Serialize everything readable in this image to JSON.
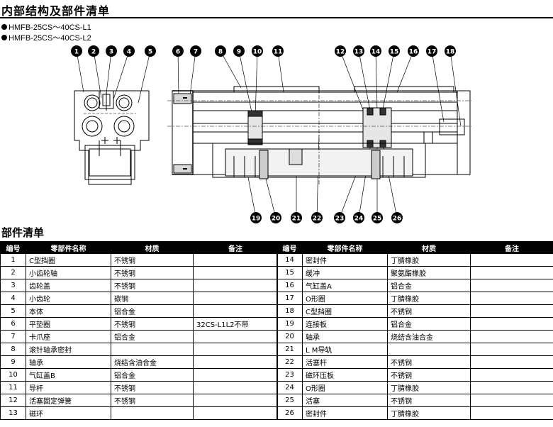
{
  "title": "内部结构及部件清单",
  "models": [
    "HMFB-25CS～40CS-L1",
    "HMFB-25CS～40CS-L2"
  ],
  "callouts_top": [
    "1",
    "2",
    "3",
    "4",
    "5",
    "6",
    "7",
    "8",
    "9",
    "10",
    "11",
    "12",
    "13",
    "14",
    "15",
    "16",
    "17",
    "18"
  ],
  "callouts_bottom": [
    "19",
    "20",
    "21",
    "22",
    "23",
    "24",
    "25",
    "26"
  ],
  "parts_title": "部件清单",
  "headers": {
    "no": "编号",
    "name": "零部件名称",
    "material": "材质",
    "note": "备注"
  },
  "parts_left": [
    {
      "no": "1",
      "name": "C型挡圈",
      "material": "不锈钢",
      "note": ""
    },
    {
      "no": "2",
      "name": "小齿轮轴",
      "material": "不锈钢",
      "note": ""
    },
    {
      "no": "3",
      "name": "齿轮盖",
      "material": "不锈钢",
      "note": ""
    },
    {
      "no": "4",
      "name": "小齿轮",
      "material": "碳钢",
      "note": ""
    },
    {
      "no": "5",
      "name": "本体",
      "material": "铝合金",
      "note": ""
    },
    {
      "no": "6",
      "name": "平垫圈",
      "material": "不锈钢",
      "note": "32CS-L1L2不带"
    },
    {
      "no": "7",
      "name": "卡爪座",
      "material": "铝合金",
      "note": ""
    },
    {
      "no": "8",
      "name": "滚针轴承密封",
      "material": "",
      "note": ""
    },
    {
      "no": "9",
      "name": "轴承",
      "material": "烧结含油合金",
      "note": ""
    },
    {
      "no": "10",
      "name": "气缸盖B",
      "material": "铝合金",
      "note": ""
    },
    {
      "no": "11",
      "name": "导杆",
      "material": "不锈钢",
      "note": ""
    },
    {
      "no": "12",
      "name": "活塞固定弹簧",
      "material": "不锈钢",
      "note": ""
    },
    {
      "no": "13",
      "name": "磁环",
      "material": "",
      "note": ""
    }
  ],
  "parts_right": [
    {
      "no": "14",
      "name": "密封件",
      "material": "丁腈橡胶",
      "note": ""
    },
    {
      "no": "15",
      "name": "缓冲",
      "material": "聚氨酯橡胶",
      "note": ""
    },
    {
      "no": "16",
      "name": "气缸盖A",
      "material": "铝合金",
      "note": ""
    },
    {
      "no": "17",
      "name": "O形圈",
      "material": "丁腈橡胶",
      "note": ""
    },
    {
      "no": "18",
      "name": "C型挡圈",
      "material": "不锈钢",
      "note": ""
    },
    {
      "no": "19",
      "name": "连接板",
      "material": "铝合金",
      "note": ""
    },
    {
      "no": "20",
      "name": "轴承",
      "material": "烧结含油合金",
      "note": ""
    },
    {
      "no": "21",
      "name": "L M导轨",
      "material": "",
      "note": ""
    },
    {
      "no": "22",
      "name": "活塞杆",
      "material": "不锈钢",
      "note": ""
    },
    {
      "no": "23",
      "name": "磁环压板",
      "material": "不锈钢",
      "note": ""
    },
    {
      "no": "24",
      "name": "O形圈",
      "material": "丁腈橡胶",
      "note": ""
    },
    {
      "no": "25",
      "name": "活塞",
      "material": "不锈钢",
      "note": ""
    },
    {
      "no": "26",
      "name": "密封件",
      "material": "丁腈橡胶",
      "note": ""
    }
  ]
}
